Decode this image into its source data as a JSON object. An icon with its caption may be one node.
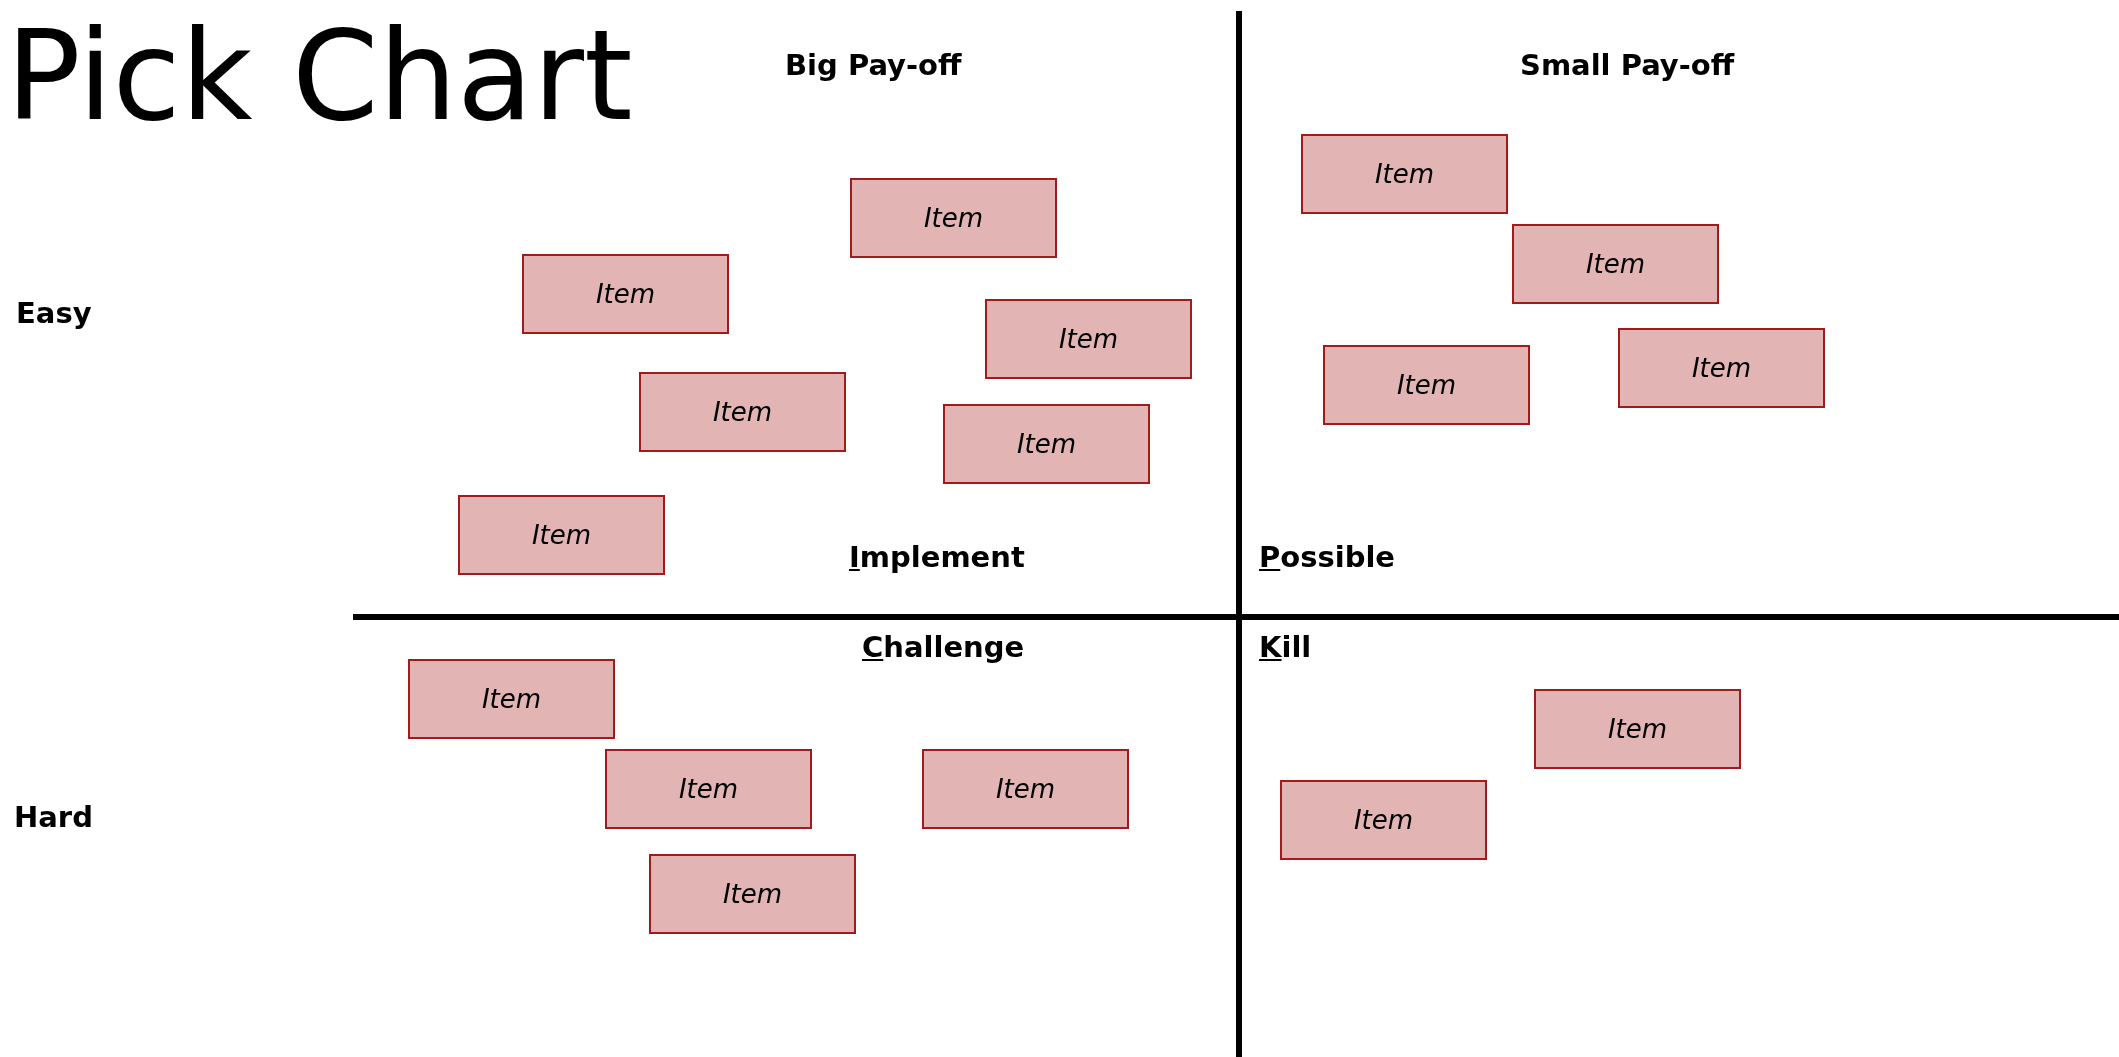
{
  "diagram": {
    "title": "Pick Chart",
    "nodes": [
      {
        "text": [
          "Item"
        ]
      },
      {
        "text": [
          "Item"
        ]
      },
      {
        "text": [
          "Item"
        ]
      },
      {
        "text": [
          "Item"
        ]
      },
      {
        "text": [
          "Item"
        ]
      },
      {
        "text": [
          "Item"
        ]
      },
      {
        "text": [
          "Item"
        ]
      },
      {
        "text": [
          "Item"
        ]
      },
      {
        "text": [
          "Item"
        ]
      },
      {
        "text": [
          "Item"
        ]
      },
      {
        "text": [
          "Item"
        ]
      },
      {
        "text": [
          "Item"
        ]
      },
      {
        "text": [
          "Item"
        ]
      },
      {
        "text": [
          "Item"
        ]
      },
      {
        "text": [
          "Item"
        ]
      },
      {
        "text": [
          "Item"
        ]
      }
    ],
    "labels": [
      "Big Pay-off",
      "Small Pay-off",
      "Easy",
      "Implement",
      "Possible",
      "Challenge",
      "Kill",
      "Hard"
    ]
  }
}
